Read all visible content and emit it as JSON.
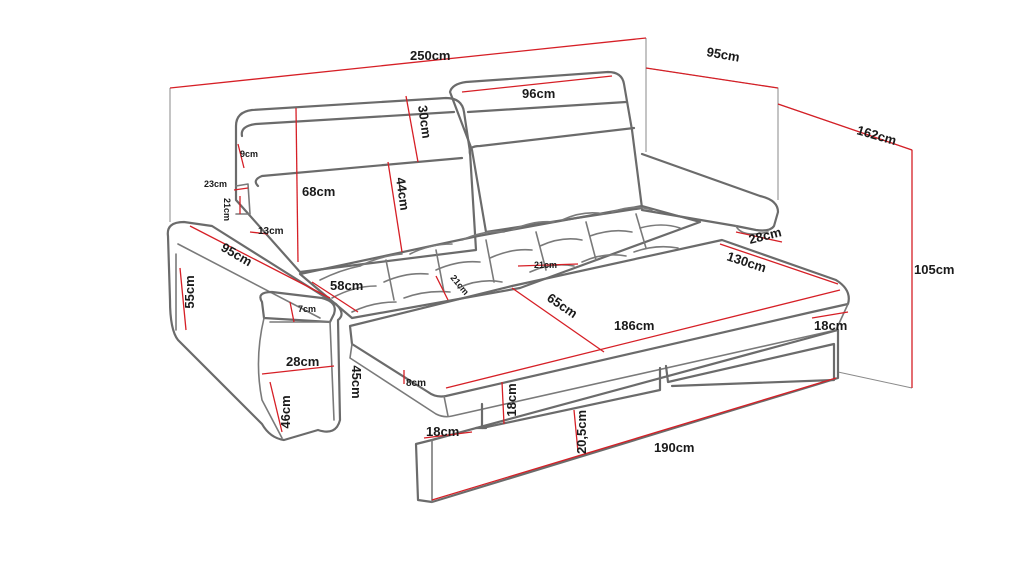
{
  "colors": {
    "dimension_line": "#d61f26",
    "outline": "#6b6b6b",
    "guide": "#8a8a8a",
    "text": "#1a1a1a"
  },
  "dimensions": {
    "total_width": "250cm",
    "depth_top": "95cm",
    "depth_side": "162cm",
    "total_height": "105cm",
    "backrest_width": "96cm",
    "backrest_top": "30cm",
    "backrest_height": "68cm",
    "backrest_angle": "44cm",
    "headrest_small": "9cm",
    "armrest_top_left": "23cm",
    "armrest_inner_height": "21cm",
    "armrest_inner_width": "13cm",
    "armrest_length": "95cm",
    "armrest_height": "55cm",
    "armrest_front": "7cm",
    "armrest_front_width": "28cm",
    "armrest_base_height": "46cm",
    "seat_depth": "58cm",
    "seat_tuft_small": "21cm",
    "seat_tuft": "21cm",
    "right_arm_width": "28cm",
    "bed_depth": "130cm",
    "bed_middle": "65cm",
    "bed_length": "186cm",
    "bed_frame_height": "18cm",
    "seat_height": "45cm",
    "mattress_edge": "8cm",
    "bed_leg_height": "18cm",
    "drawer_left": "18cm",
    "drawer_height": "20,5cm",
    "drawer_length": "190cm"
  }
}
